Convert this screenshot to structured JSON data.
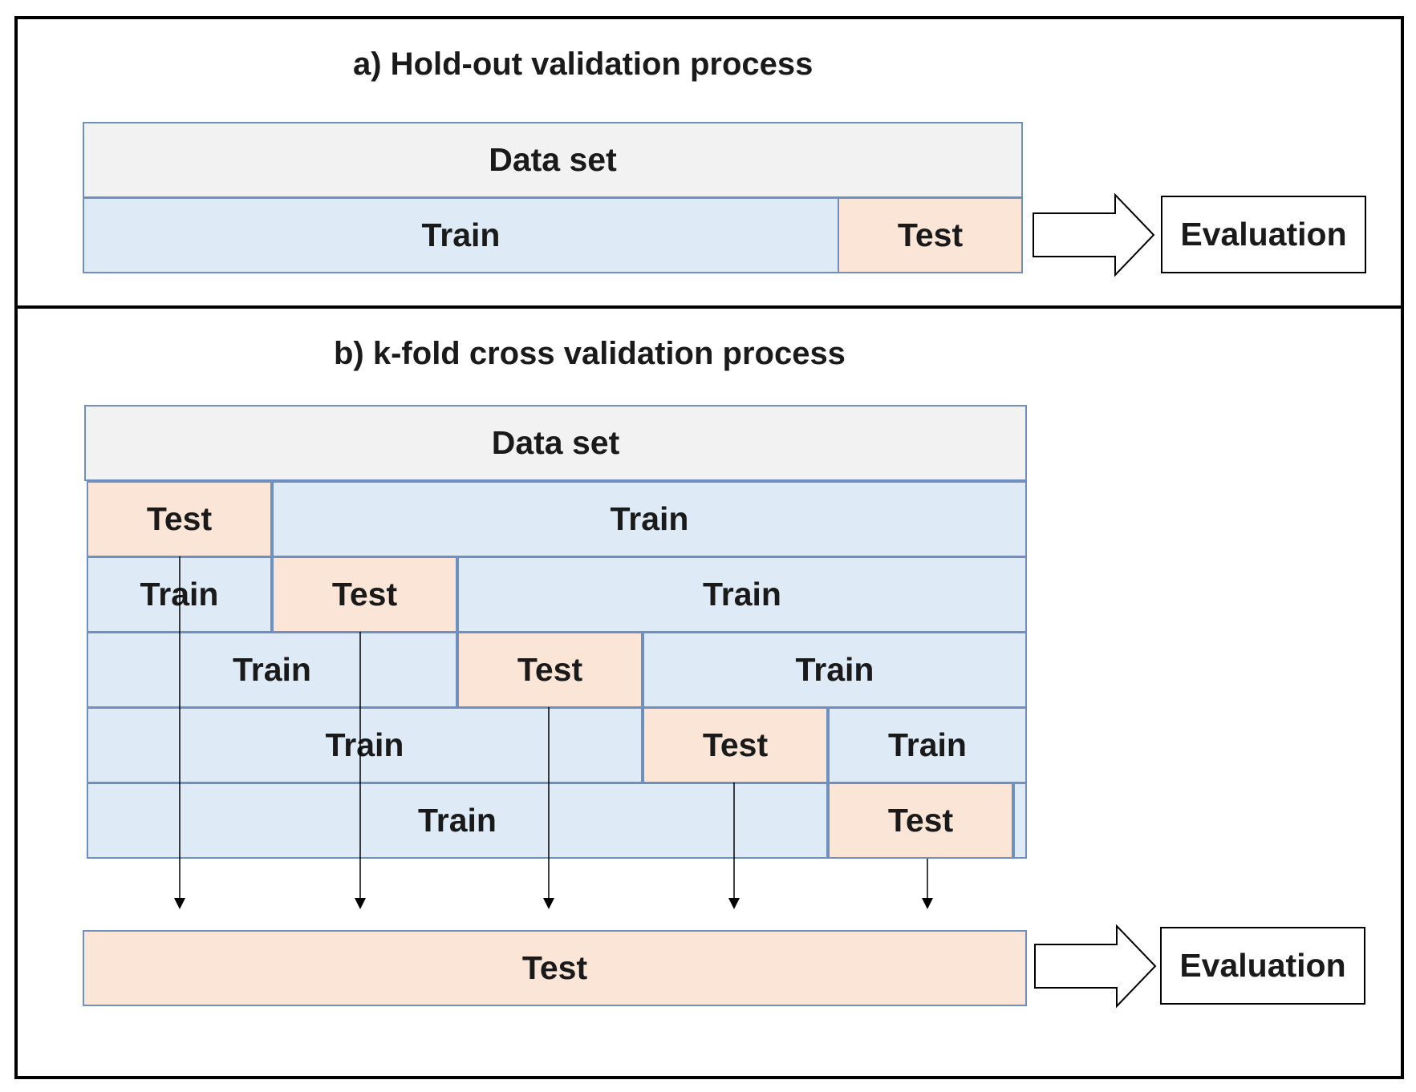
{
  "holdout": {
    "title": "a) Hold-out validation process",
    "dataset_label": "Data set",
    "train_label": "Train",
    "test_label": "Test",
    "evaluation_label": "Evaluation"
  },
  "kfold": {
    "title": "b) k-fold cross validation process",
    "dataset_label": "Data set",
    "folds": [
      {
        "before": "",
        "test": "Test",
        "after": "Train"
      },
      {
        "before": "Train",
        "test": "Test",
        "after": "Train"
      },
      {
        "before": "Train",
        "test": "Test",
        "after": "Train"
      },
      {
        "before": "Train",
        "test": "Test",
        "after": "Train"
      },
      {
        "before": "Train",
        "test": "Test",
        "after": ""
      }
    ],
    "combined_test_label": "Test",
    "evaluation_label": "Evaluation"
  },
  "colors": {
    "dataset": "#f2f2f2",
    "train": "#deebf7",
    "test": "#fbe5d6",
    "cell_border": "#6f8fbf"
  }
}
